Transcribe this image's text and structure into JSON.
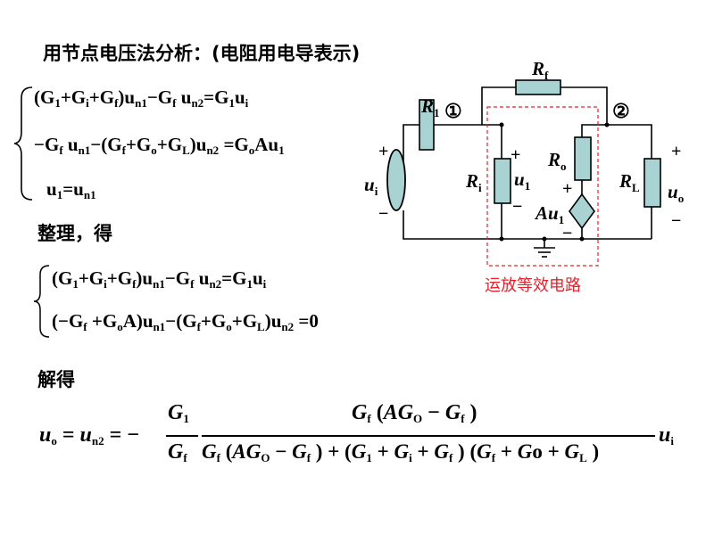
{
  "heading": "用节点电压法分析：(电阻用电导表示)",
  "section_arrange": "整理，得",
  "section_solve": "解得",
  "circuit_caption": "运放等效电路",
  "system1": {
    "eq1": {
      "lhs1": "(G",
      "s1": "1",
      "p1": "+G",
      "s2": "i",
      "p2": "+G",
      "s3": "f",
      "p3": ")u",
      "s4": "n1",
      "p4": "−G",
      "s5": "f",
      "p5": " u",
      "s6": "n2",
      "p6": "=G",
      "s7": "1",
      "p7": "u",
      "s8": "i"
    },
    "eq2": {
      "t1": "−G",
      "s1": "f",
      "t2": " u",
      "s2": "n1",
      "t3": "−(G",
      "s3": "f",
      "t4": "+G",
      "s4": "o",
      "t5": "+G",
      "s5": "L",
      "t6": ")u",
      "s6": "n2",
      "t7": "  =G",
      "s7": "o",
      "t8": "Au",
      "s8": "1"
    },
    "eq3": {
      "t1": "u",
      "s1": "1",
      "t2": "=u",
      "s2": "n1"
    }
  },
  "system2": {
    "eq1": {
      "t1": "(G",
      "s1": "1",
      "t2": "+G",
      "s2": "i",
      "t3": "+G",
      "s3": "f",
      "t4": ")u",
      "s4": "n1",
      "t5": "−G",
      "s5": "f",
      "t6": " u",
      "s6": "n2",
      "t7": "=G",
      "s7": "1",
      "t8": "u",
      "s8": "i"
    },
    "eq2": {
      "t1": "(−G",
      "s1": "f",
      "t2": " +G",
      "s2": "o",
      "t3": "A)u",
      "s3": "n1",
      "t4": "−(G",
      "s4": "f",
      "t5": "+G",
      "s5": "o",
      "t6": "+G",
      "s6": "L",
      "t7": ")u",
      "s7": "n2",
      "t8": "  =0"
    }
  },
  "solution": {
    "lhs": "u",
    "lhs_sub": "o",
    "eq_sign": "=",
    "mid": "u",
    "mid_sub": "n2",
    "eq_minus": "= −",
    "frac1_num": "G",
    "frac1_num_sub": "1",
    "frac1_den": "G",
    "frac1_den_sub": "f",
    "frac2_num": "G_f (AG_O − G_f)",
    "frac2_den": "G_f (AG_O − G_f) + (G_1 + G_i + G_f)(G_f + Go + G_L)",
    "tail": "u",
    "tail_sub": "i"
  },
  "circuit_labels": {
    "rf": "R",
    "rf_sub": "f",
    "r1": "R",
    "r1_sub": "1",
    "node1": "①",
    "node2": "②",
    "ri": "R",
    "ri_sub": "i",
    "ro": "R",
    "ro_sub": "o",
    "rl": "R",
    "rl_sub": "L",
    "ui": "u",
    "ui_sub": "i",
    "u1": "u",
    "u1_sub": "1",
    "uo": "u",
    "uo_sub": "o",
    "au1": "Au",
    "au1_sub": "1",
    "plus": "+",
    "minus": "−"
  },
  "colors": {
    "resistor_fill": "#a9d3d3",
    "caption": "#e8202a",
    "dashed_box": "#e8202a"
  }
}
